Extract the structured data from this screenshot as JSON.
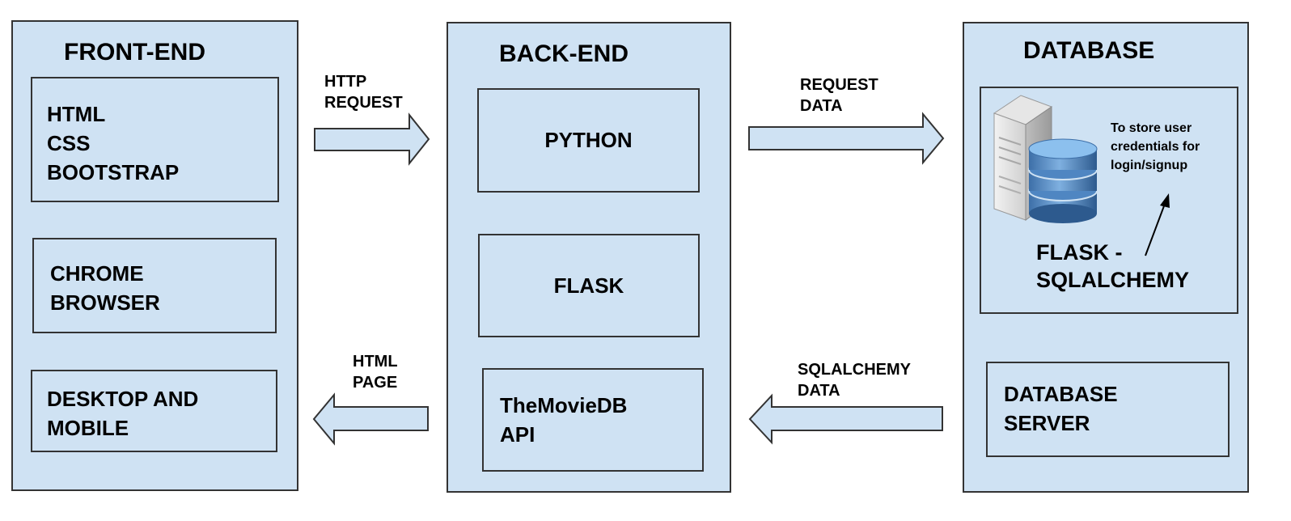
{
  "frontend": {
    "title": "FRONT-END",
    "tech_box": "HTML\nCSS\nBOOTSTRAP",
    "browser_box": "CHROME\nBROWSER",
    "device_box": "DESKTOP AND\nMOBILE"
  },
  "backend": {
    "title": "BACK-END",
    "python_box": "PYTHON",
    "flask_box": "FLASK",
    "api_box": "TheMovieDB\nAPI"
  },
  "database": {
    "title": "DATABASE",
    "orm_label": "FLASK -\nSQLALCHEMY",
    "note": "To store user\ncredentials for\nlogin/signup",
    "server_box": "DATABASE\nSERVER"
  },
  "arrows": {
    "http_request": "HTTP\nREQUEST",
    "request_data": "REQUEST\nDATA",
    "html_page": "HTML\nPAGE",
    "sqlalchemy_data": "SQLALCHEMY\nDATA"
  },
  "colors": {
    "fill": "#cfe2f3",
    "stroke": "#333333"
  }
}
